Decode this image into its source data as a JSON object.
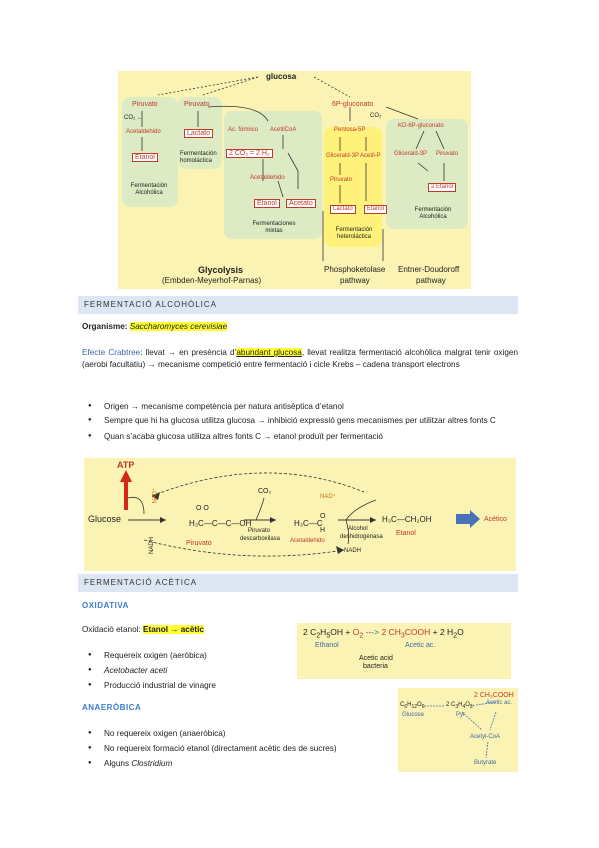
{
  "diagram1": {
    "glucosa": "glucosa",
    "piruvato1": "Piruvato",
    "co2": "CO₂ ←",
    "acetaldehido": "Acetaldehido",
    "etanol1": "Etanol",
    "ferm_alc": "Fermentación Alcohólica",
    "piruvato2": "Piruvato",
    "lactato1": "Lactato",
    "ferm_homo": "Fermentación homoláctica",
    "ac_formico": "Ac. fórmico",
    "acetilcoa": "AcetilCoA",
    "co2_h2": "2 CO₂ = 2 H₂",
    "acetaldehido2": "Acetaldehido",
    "etanol2": "Etanol",
    "acetato": "Acetato",
    "ferm_mixtas": "Fermentaciones mixtas",
    "glycolysis": "Glycolysis",
    "glycolysis_sub": "(Embden-Meyerhof-Parnas)",
    "p6_gluconato": "6P-gluconato",
    "co2b": "CO₂",
    "pentosa": "Pentosa-5P",
    "gliceral": "Glicerald-3P",
    "acetil": "Acetil-P",
    "piruvato3": "Piruvato",
    "lactato2": "Lactato",
    "etanol3": "Etanol",
    "ferm_hetero": "Fermentación heteroláctica",
    "phospho": "Phosphoketolase",
    "pathway1": "pathway",
    "kd": "KD-6P-gluconato",
    "gliceral2": "Glicerald-3P",
    "piruvato4": "Piruvato",
    "etanol4": "2 Etanol",
    "ferm_alc2": "Fermentación Alcohólica",
    "entner": "Entner-Doudoroff",
    "pathway2": "pathway"
  },
  "section1": {
    "title": "FERMENTACIÓ ALCOHÒLICA",
    "org_label": "Organisme: ",
    "org_value": "Saccharomyces cerevisiae",
    "crab_label": "Efecte Crabtree",
    "crab_1": ": llevat → en presència d’",
    "crab_hl": "abundant glucosa",
    "crab_2": ", llevat realitza fermentació alcohòlica malgrat tenir oxigen (aerobi facultatiu) → mecanisme competició entre fermentació i cicle Krebs – cadena transport electrons",
    "bullets": [
      "Origen → mecanisme competència per natura antisèptica d’etanol",
      "Sempre que hi ha glucosa utilitza glucosa → inhibició expressió gens mecanismes per utilitzar altres fonts C",
      "Quan s’acaba glucosa utilitza altres fonts C → etanol produït per fermentació"
    ]
  },
  "diagram2": {
    "atp": "ATP",
    "nad_plus_left": "NAD⁺",
    "nadh_left": "NADH",
    "glucose": "Glucose",
    "piruvato": "Piruvato",
    "co2": "CO₂",
    "decarbox_1": "Piruvato",
    "decarbox_2": "descarboxilasa",
    "acetaldehido": "Acetaldehido",
    "nad_plus_right": "NAD⁺",
    "nadh_right": "NADH",
    "alcohol_1": "Alcohol",
    "alcohol_2": "deshidrogenasa",
    "ethanol_formula": "H₃C—CH₂OH",
    "etanol": "Etanol",
    "acetico": "Acético"
  },
  "section2": {
    "title": "FERMENTACIÓ ACÈTICA",
    "oxidativa": "OXIDATIVA",
    "oxi_label": "Oxidació etanol: ",
    "oxi_hl": "Etanol → acètic",
    "oxi_bullets": [
      "Requereix oxigen (aeròbica)",
      "Acetobacter aceti",
      "Producció industrial de vinagre"
    ],
    "eq_ethanol": "Ethanol",
    "eq_acetic": "Acetic ac.",
    "eq_bact_1": "Acetic acid",
    "eq_bact_2": "bacteria",
    "anaerobica": "ANAERÒBICA",
    "ana_bullets": [
      "No requereix oxigen (anaeròbica)",
      "No requereix formació etanol (directament acètic des de sucres)",
      "Alguns Clostridium"
    ],
    "ana_glucose": "Glucose",
    "ana_pyr": "Pyr",
    "ana_2ch3cooh": "2 CH₃COOH",
    "ana_acetic": "Acetic ac.",
    "ana_acetylcoa": "Acetyl-CoA",
    "ana_butyrate": "Butyrate"
  }
}
